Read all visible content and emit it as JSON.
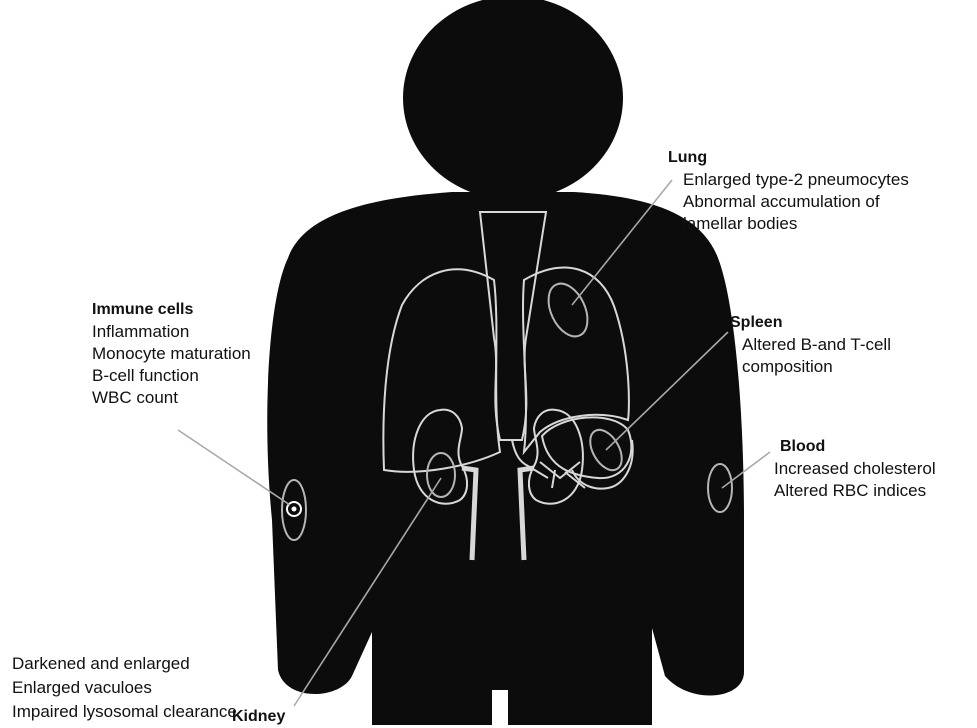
{
  "colors": {
    "silhouette": "#0c0c0c",
    "organ_outline": "#d8d8d8",
    "leader_line": "#a9a9a9",
    "text": "#111111"
  },
  "annotations": {
    "lung": {
      "title": "Lung",
      "lines": [
        "Enlarged type-2 pneumocytes",
        "Abnormal accumulation of",
        "lamellar bodies"
      ]
    },
    "immune": {
      "title": "Immune cells",
      "lines": [
        "Inflammation",
        "Monocyte maturation",
        "B-cell function",
        "WBC count"
      ]
    },
    "spleen": {
      "title": "Spleen",
      "lines": [
        "Altered B-and T-cell",
        "composition"
      ]
    },
    "blood": {
      "title": "Blood",
      "lines": [
        "Increased cholesterol",
        "Altered RBC indices"
      ]
    },
    "kidney": {
      "title": "Kidney",
      "lines": [
        "Darkened and enlarged",
        "Enlarged vaculoes",
        "Impaired lysosomal clearance"
      ]
    }
  }
}
